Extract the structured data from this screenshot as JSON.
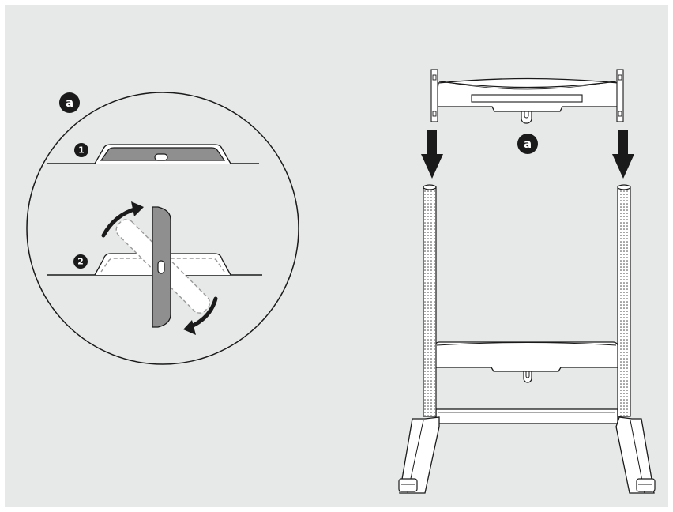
{
  "colors": {
    "background": "#e7e8e8",
    "frame": "#ffffff",
    "stroke": "#1a1a1a",
    "part_gray": "#8f8f8f",
    "badge": "#1a1a1a"
  },
  "labels": {
    "detail_badge": "a",
    "step_1": "1",
    "step_2": "2",
    "main_badge": "a"
  },
  "icons": {
    "arrow": "down-arrow-icon",
    "rotate": "rotate-arrow-icon"
  }
}
